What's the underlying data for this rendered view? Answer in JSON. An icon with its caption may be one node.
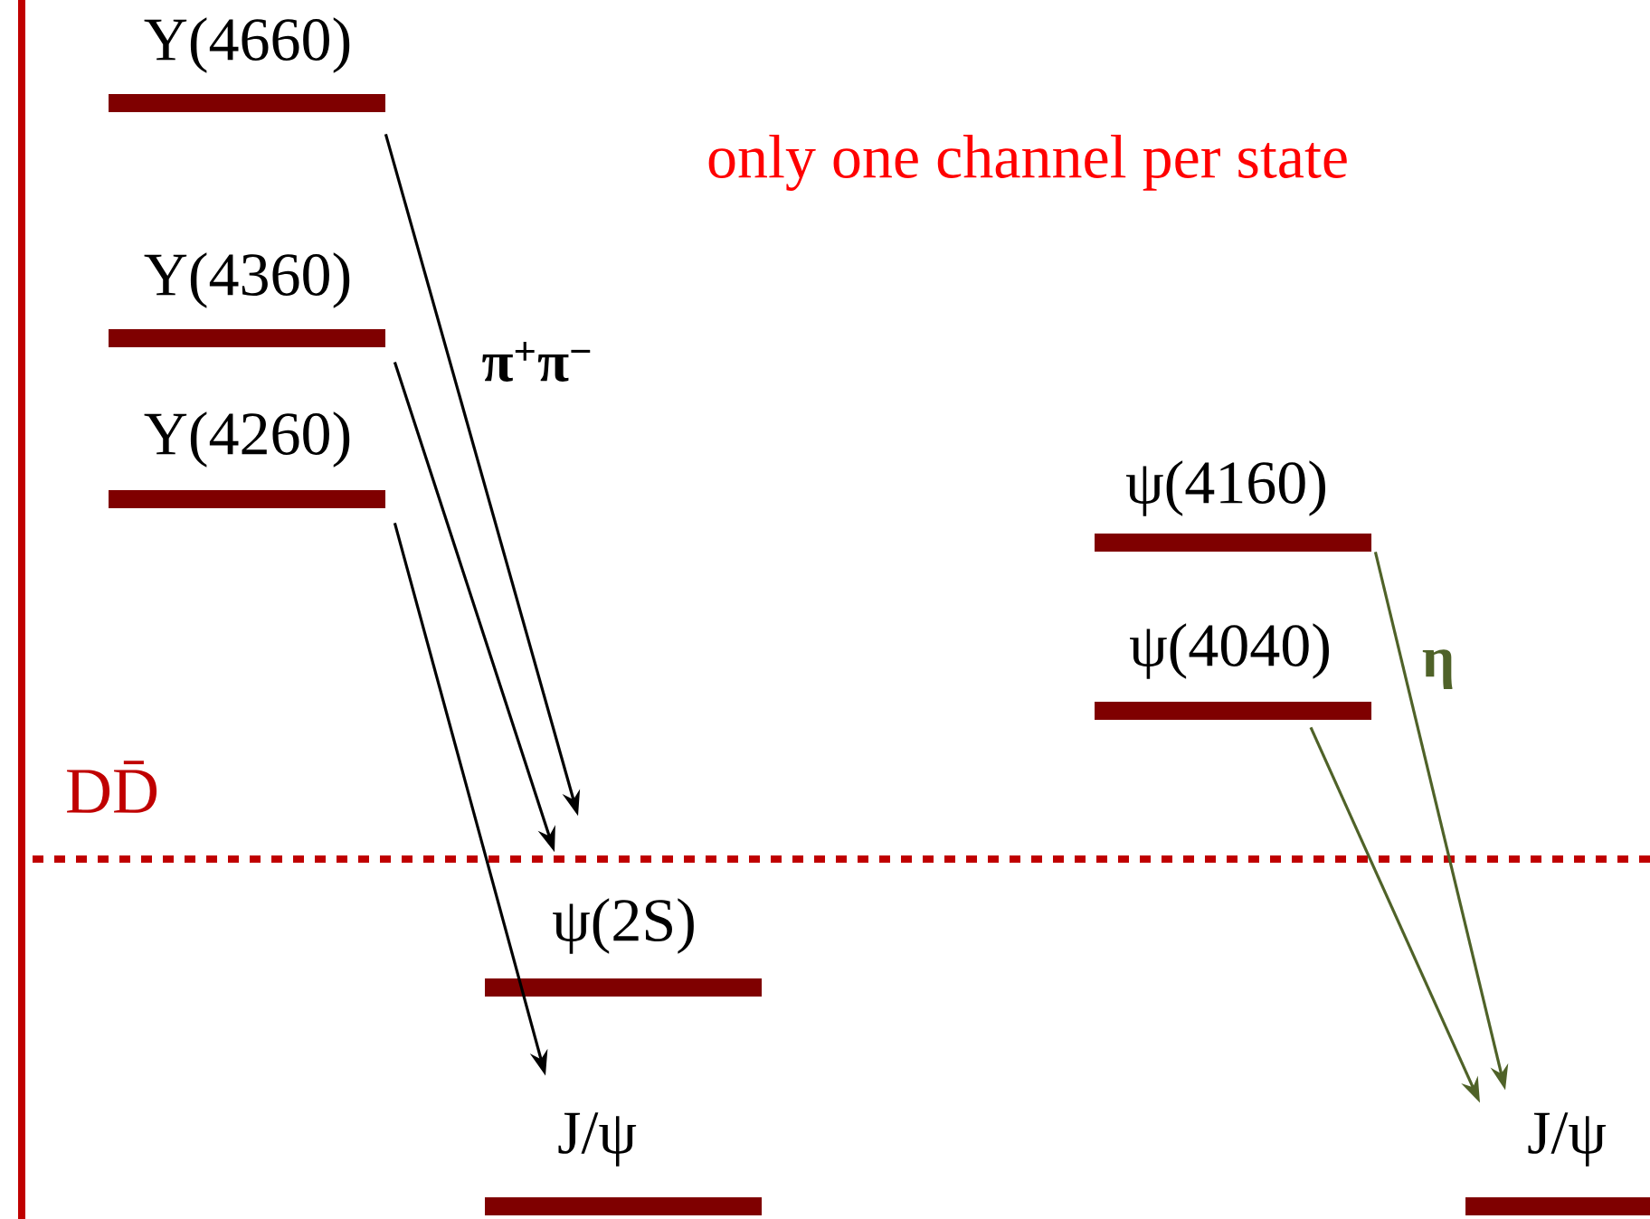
{
  "diagram": {
    "nodes": [
      {
        "text": [
          "Y(4660)"
        ]
      },
      {
        "text": [
          "Y(4360)"
        ]
      },
      {
        "text": [
          "Y(4260)"
        ]
      },
      {
        "text": [
          "ψ(4160)"
        ]
      },
      {
        "text": [
          "ψ(4040)"
        ]
      },
      {
        "text": [
          "ψ(2S)"
        ]
      },
      {
        "text": [
          "J/ψ"
        ]
      },
      {
        "text": [
          "J/ψ"
        ]
      }
    ],
    "edges": [
      {
        "from": 0,
        "to": 5,
        "arrow": "to",
        "label": "π$^{+}$π$^{−}$"
      },
      {
        "from": 1,
        "to": 5,
        "arrow": "to"
      },
      {
        "from": 2,
        "to": 6,
        "arrow": "to"
      },
      {
        "from": 3,
        "to": 7,
        "arrow": "to",
        "label": "η",
        "color": "#4f6228"
      },
      {
        "from": 4,
        "to": 7,
        "arrow": "to",
        "color": "#4f6228"
      }
    ],
    "labels": [
      "only one channel per state",
      "DD̄"
    ]
  }
}
